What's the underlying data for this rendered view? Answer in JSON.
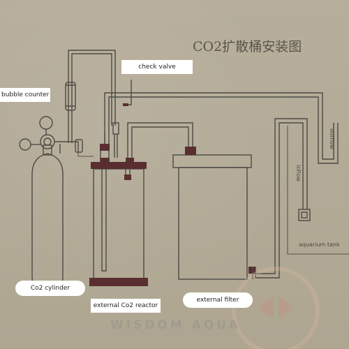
{
  "title": "CO2扩散桶安装图",
  "labels": {
    "check_valve": "check valve",
    "bubble_counter": "bubble counter",
    "co2_cylinder": "Co2 cylinder",
    "external_co2_reactor": "external Co2 reactor",
    "external_filter": "external filter",
    "aquarium_tank": "aquarium tank",
    "outflow": "outflow",
    "inflow": "inflow"
  },
  "watermark": "WISDOM AQUA",
  "colors": {
    "background": "#b3ab98",
    "lines": "#4d4a45",
    "fittings": "#5a2e30",
    "label_box": "#ffffff"
  }
}
